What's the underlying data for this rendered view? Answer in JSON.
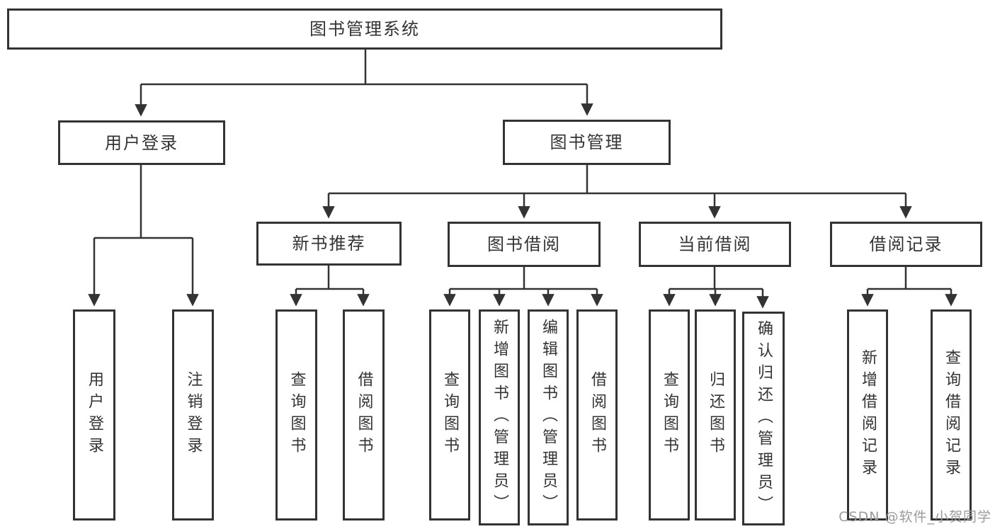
{
  "tree": {
    "label": "图书管理系统",
    "children": [
      {
        "label": "用户登录",
        "children": [
          {
            "label": "用户登录"
          },
          {
            "label": "注销登录"
          }
        ]
      },
      {
        "label": "图书管理",
        "children": [
          {
            "label": "新书推荐",
            "children": [
              {
                "label": "查询图书"
              },
              {
                "label": "借阅图书"
              }
            ]
          },
          {
            "label": "图书借阅",
            "children": [
              {
                "label": "查询图书"
              },
              {
                "label": "新增图书（管理员）"
              },
              {
                "label": "编辑图书（管理员）"
              },
              {
                "label": "借阅图书"
              }
            ]
          },
          {
            "label": "当前借阅",
            "children": [
              {
                "label": "查询图书"
              },
              {
                "label": "归还图书"
              },
              {
                "label": "确认归还（管理员）"
              }
            ]
          },
          {
            "label": "借阅记录",
            "children": [
              {
                "label": "新增借阅记录"
              },
              {
                "label": "查询借阅记录"
              }
            ]
          }
        ]
      }
    ]
  },
  "watermark": "CSDN @软件_小贺同学",
  "colors": {
    "line": "#333333",
    "box_border": "#333333",
    "box_fill": "#ffffff",
    "text": "#333333",
    "watermark_text": "#9b9b9b",
    "background": "#ffffff"
  }
}
